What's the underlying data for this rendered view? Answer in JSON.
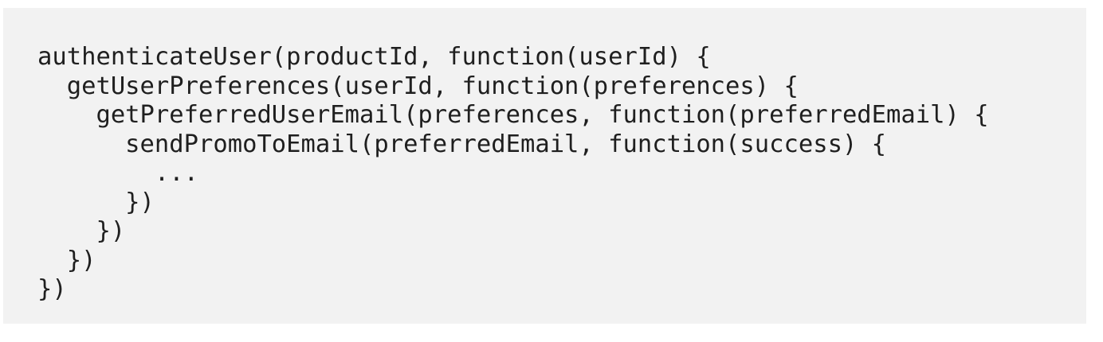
{
  "code": {
    "lines": [
      "authenticateUser(productId, function(userId) {",
      "  getUserPreferences(userId, function(preferences) {",
      "    getPreferredUserEmail(preferences, function(preferredEmail) {",
      "      sendPromoToEmail(preferredEmail, function(success) {",
      "        ...",
      "      })",
      "    })",
      "  })",
      "})"
    ]
  }
}
